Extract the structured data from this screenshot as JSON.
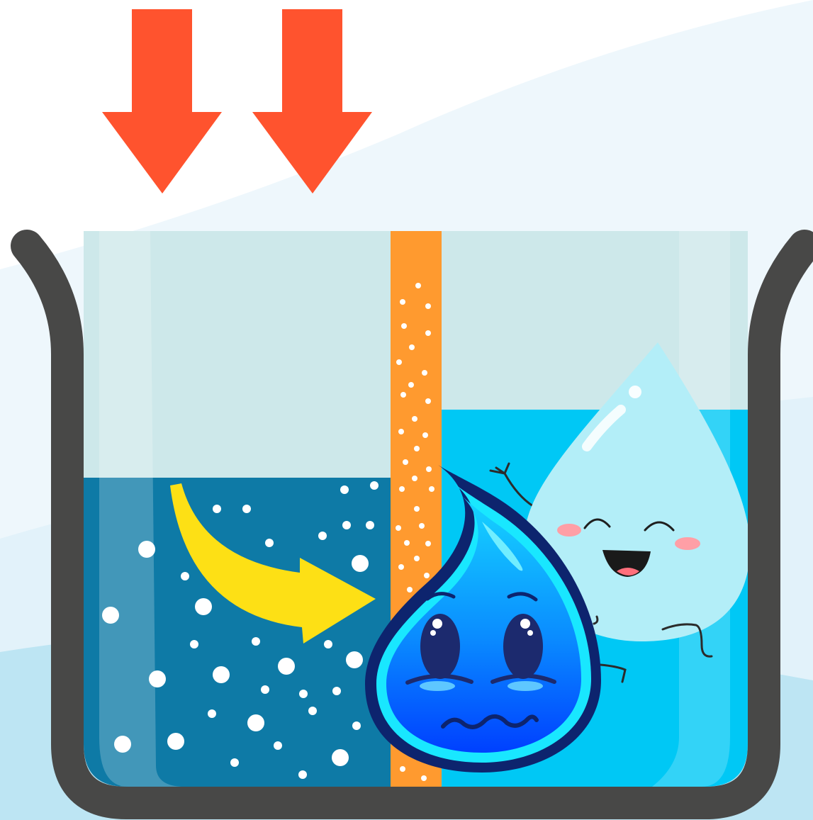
{
  "scene": {
    "background": {
      "top": "#ffffff",
      "wave_light": "#eef7fc",
      "wave_mid": "#d9eef8",
      "wave_deep": "#b9e3f2"
    },
    "pressure_arrows": {
      "count": 2,
      "color": "#ff532e",
      "direction": "down",
      "icon": "down-arrow-icon"
    },
    "beaker": {
      "wall_color": "#484847",
      "glass_color": "#cde8ea"
    },
    "left_chamber": {
      "description_icon": "concentrated-solution",
      "water_color": "#0e7aa6",
      "particle_color": "#ffffff",
      "level": "lower"
    },
    "membrane": {
      "color": "#ff9a2f",
      "dots_color": "#ffffff",
      "orientation": "vertical"
    },
    "right_chamber": {
      "water_color": "#00c8f5",
      "level": "higher"
    },
    "flow_arrow": {
      "color": "#fde015",
      "direction": "left-to-right",
      "icon": "curved-arrow-icon"
    },
    "characters": [
      {
        "name": "worried-drop",
        "body_color": "#0080ff",
        "outline_color": "#0d246e",
        "expression": "worried"
      },
      {
        "name": "happy-drop",
        "body_color": "#b3eef8",
        "expression": "happy",
        "pose": "jumping"
      }
    ]
  }
}
